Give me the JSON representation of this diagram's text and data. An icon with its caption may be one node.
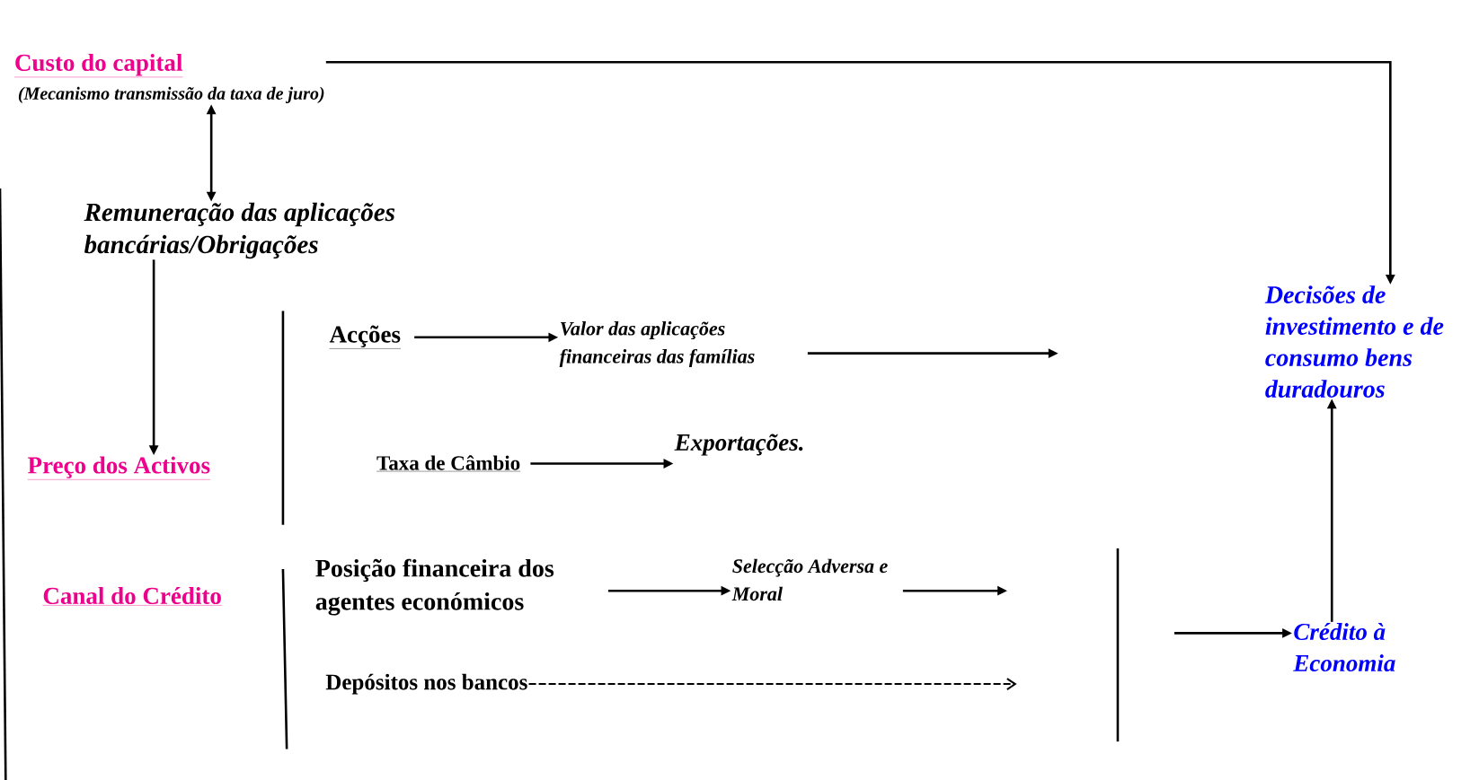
{
  "diagram": {
    "nodes": [
      {
        "text": [
          "Custo do capital",
          "(Mecanismo transmissão da taxa de juro)"
        ]
      },
      {
        "text": [
          "Remuneração das aplicações bancárias/Obrigações"
        ]
      },
      {
        "text": [
          "Preço dos Activos"
        ]
      },
      {
        "text": [
          "Acções"
        ]
      },
      {
        "text": [
          "Valor das aplicações financeiras das famílias"
        ]
      },
      {
        "text": [
          "Taxa de Câmbio"
        ]
      },
      {
        "text": [
          "Exportações."
        ]
      },
      {
        "text": [
          "Canal do Crédito"
        ]
      },
      {
        "text": [
          "Posição financeira dos agentes económicos"
        ]
      },
      {
        "text": [
          "Selecção Adversa e Moral"
        ]
      },
      {
        "text": [
          "Depósitos nos bancos"
        ]
      },
      {
        "text": [
          "Crédito à Economia"
        ]
      },
      {
        "text": [
          "Decisões de investimento e de consumo bens duradouros"
        ]
      }
    ],
    "edges": [
      {
        "from": 0,
        "to": 1,
        "arrow": "both"
      },
      {
        "from": 0,
        "to": 12,
        "arrow": "to"
      },
      {
        "from": 1,
        "to": 2,
        "arrow": "to"
      },
      {
        "from": 3,
        "to": 4,
        "arrow": "to"
      },
      {
        "from": 4,
        "to": null,
        "arrow": "to"
      },
      {
        "from": 5,
        "to": 6,
        "arrow": "to"
      },
      {
        "from": 8,
        "to": 9,
        "arrow": "to"
      },
      {
        "from": 9,
        "to": null,
        "arrow": "to"
      },
      {
        "from": 10,
        "to": null,
        "arrow": "to",
        "style": "dashed"
      },
      {
        "from": null,
        "to": 11,
        "arrow": "to"
      },
      {
        "from": 11,
        "to": 12,
        "arrow": "to"
      }
    ]
  }
}
